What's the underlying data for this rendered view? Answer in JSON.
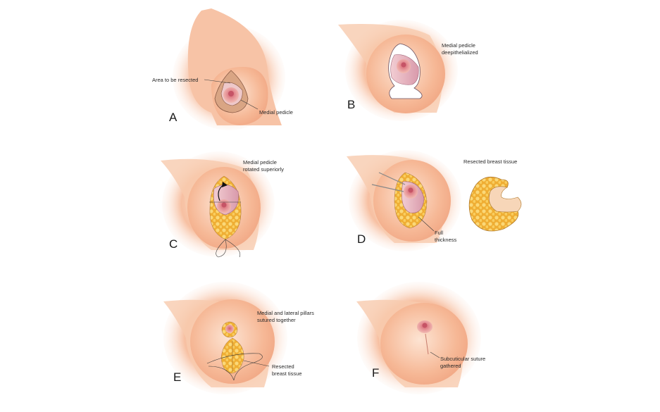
{
  "panels": [
    {
      "id": "A",
      "letter": "A",
      "labels": [
        "Area to be resected",
        "Medial pedicle"
      ]
    },
    {
      "id": "B",
      "letter": "B",
      "labels": [
        "Medial pedicle",
        "deepithelialized"
      ]
    },
    {
      "id": "C",
      "letter": "C",
      "labels": [
        "Medial pedicle",
        "rotated superiorly"
      ]
    },
    {
      "id": "D",
      "letter": "D",
      "labels": [
        "Full",
        "thickness",
        "Resected breast tissue"
      ]
    },
    {
      "id": "E",
      "letter": "E",
      "labels": [
        "Medial and lateral pillars",
        "sutured together",
        "Resected",
        "breast tissue"
      ]
    },
    {
      "id": "F",
      "letter": "F",
      "labels": [
        "Subcuticular suture",
        "gathered"
      ]
    }
  ],
  "colors": {
    "skin": "#f4b08f",
    "skin_light": "#fde3d2",
    "areola": "#e58f8f",
    "nipple": "#c85a66",
    "fat": "#f0b33c",
    "pedicle_pink": "#e9b8c4",
    "resect_zone": "#d9a584"
  }
}
